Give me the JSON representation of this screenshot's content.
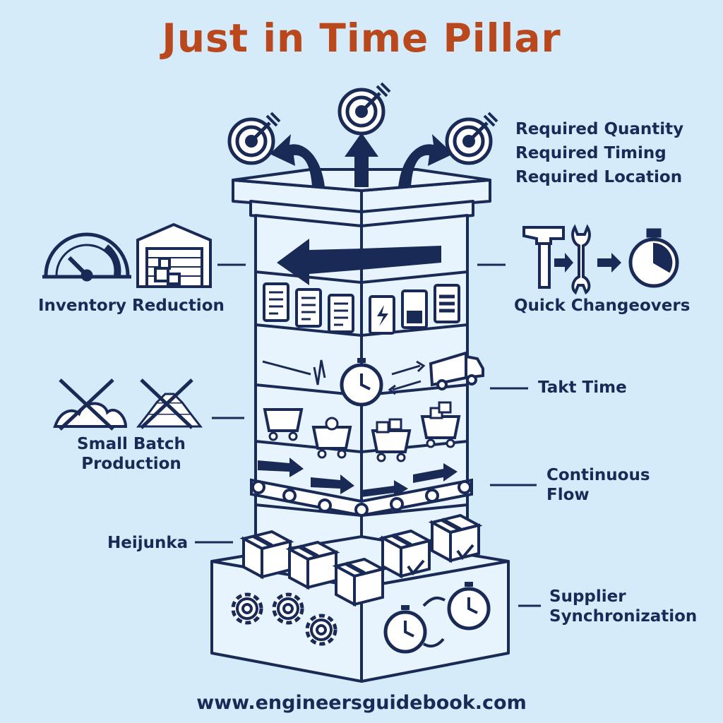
{
  "title": "Just in Time Pillar",
  "goals": [
    "Required Quantity",
    "Required Timing",
    "Required Location"
  ],
  "labels": {
    "inventory_reduction": "Inventory Reduction",
    "quick_changeovers": "Quick Changeovers",
    "takt_time": "Takt Time",
    "small_batch_line1": "Small Batch",
    "small_batch_line2": "Production",
    "continuous_flow_line1": "Continuous",
    "continuous_flow_line2": "Flow",
    "heijunka": "Heijunka",
    "supplier_sync_line1": "Supplier",
    "supplier_sync_line2": "Synchronization"
  },
  "footer": "www.engineersguidebook.com",
  "colors": {
    "background": "#d5ebfa",
    "ink": "#1a2a56",
    "title": "#b9481d"
  },
  "icons": [
    "target-icon",
    "gauge-icon",
    "warehouse-icon",
    "hammer-icon",
    "wrench-icon",
    "stopwatch-icon",
    "truck-icon",
    "cart-icon",
    "box-icon",
    "gear-icon",
    "clock-icon",
    "arrow-icon",
    "conveyor-icon",
    "document-icon"
  ]
}
